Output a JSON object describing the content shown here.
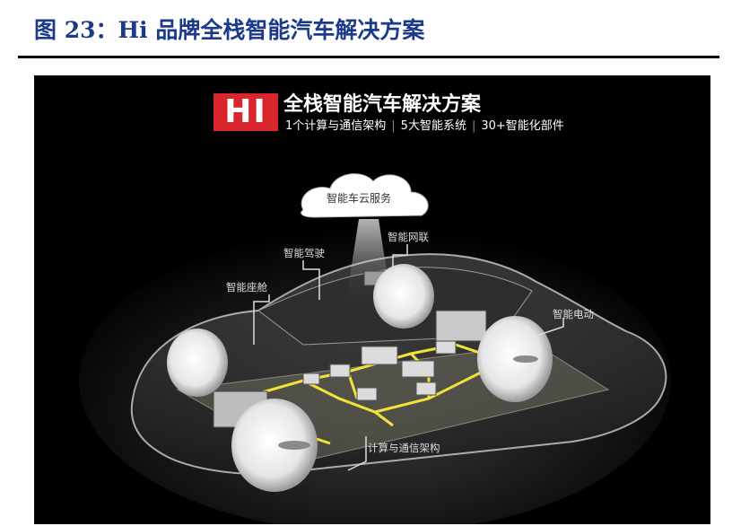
{
  "figure": {
    "title": "图 23：Hi 品牌全栈智能汽车解决方案"
  },
  "banner": {
    "logo_text": "HI",
    "title": "全栈智能汽车解决方案",
    "subtitle_parts": [
      "1个计算与通信架构",
      "5大智能系统",
      "30+智能化部件"
    ]
  },
  "callouts": {
    "cloud": "智能车云服务",
    "network": "智能网联",
    "driving": "智能驾驶",
    "cockpit": "智能座舱",
    "electric": "智能电动",
    "architecture": "计算与通信架构"
  },
  "colors": {
    "title_blue": "#1b3a8a",
    "logo_red": "#d8262c",
    "circuit_yellow": "#f2e23a",
    "panel_bg": "#000000"
  }
}
